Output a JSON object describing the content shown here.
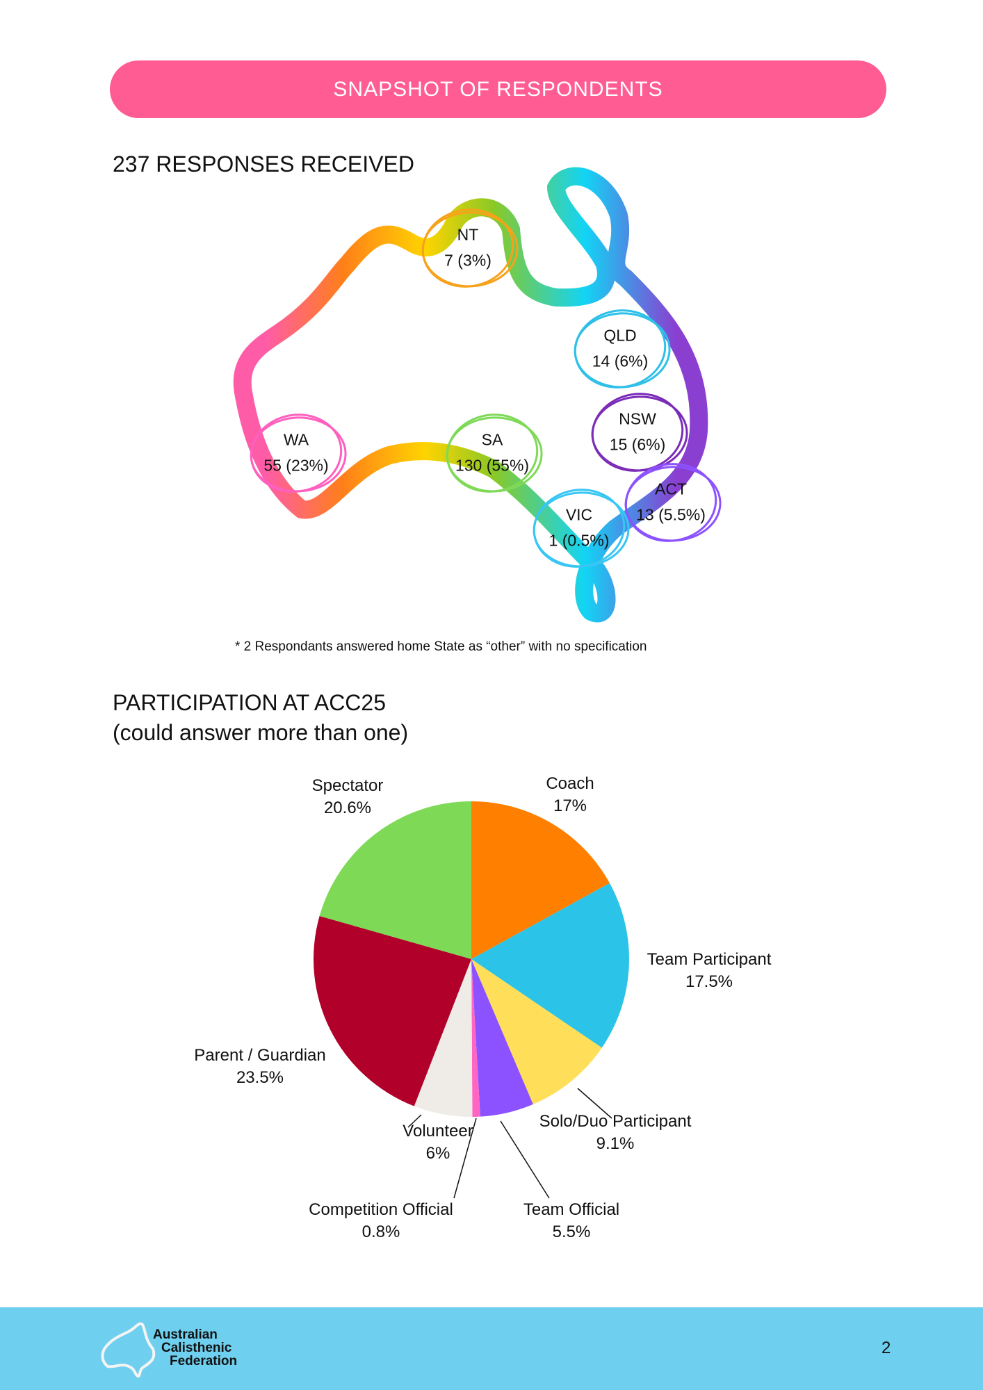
{
  "header": {
    "title": "SNAPSHOT OF RESPONDENTS"
  },
  "responses": {
    "heading": "237 RESPONSES RECEIVED",
    "states": [
      {
        "name": "NT",
        "value": "7 (3%)",
        "color": "#f7a21b"
      },
      {
        "name": "QLD",
        "value": "14 (6%)",
        "color": "#2ec0e8"
      },
      {
        "name": "NSW",
        "value": "15 (6%)",
        "color": "#7b2cb8"
      },
      {
        "name": "WA",
        "value": "55 (23%)",
        "color": "#ff5fbf"
      },
      {
        "name": "SA",
        "value": "130 (55%)",
        "color": "#7ed957"
      },
      {
        "name": "ACT",
        "value": "13 (5.5%)",
        "color": "#8c52ff"
      },
      {
        "name": "VIC",
        "value": "1 (0.5%)",
        "color": "#38c6f4"
      }
    ],
    "footnote": "*  2 Respondants answered home State as “other” with no specification"
  },
  "participation": {
    "heading_line1": "PARTICIPATION AT ACC25",
    "heading_line2": "(could answer more than one)"
  },
  "chart_data": {
    "type": "pie",
    "title": "PARTICIPATION AT ACC25",
    "categories": [
      "Coach",
      "Team Participant",
      "Solo/Duo Participant",
      "Team Official",
      "Competition Official",
      "Volunteer",
      "Parent / Guardian",
      "Spectator"
    ],
    "values": [
      17,
      17.5,
      9.1,
      5.5,
      0.8,
      6,
      23.5,
      20.6
    ],
    "labels": [
      "17%",
      "17.5%",
      "9.1%",
      "5.5%",
      "0.8%",
      "6%",
      "23.5%",
      "20.6%"
    ],
    "colors": [
      "#ff7f00",
      "#2cc3e8",
      "#ffde59",
      "#8c52ff",
      "#ff66c4",
      "#efece8",
      "#b1002a",
      "#7ed957"
    ]
  },
  "footer": {
    "logo_line1": "Australian",
    "logo_line2": "Calisthenic",
    "logo_line3": "Federation",
    "page_number": "2"
  }
}
